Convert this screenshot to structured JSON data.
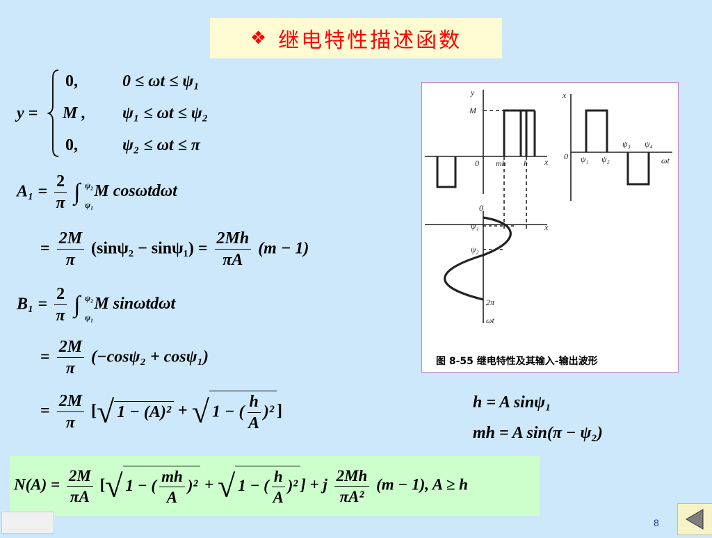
{
  "title": "继电特性描述函数",
  "title_bullet": "❖",
  "page_number": "8",
  "piecewise": {
    "lhs": "y =",
    "rows": [
      {
        "val": "0,",
        "cond": "0 ≤ ωt ≤ ψ₁"
      },
      {
        "val": "M ,",
        "cond": "ψ₁ ≤ ωt ≤ ψ₂"
      },
      {
        "val": "0,",
        "cond": "ψ₂ ≤ ωt ≤ π"
      }
    ]
  },
  "eq_a1": {
    "lhs": "A₁ =",
    "num": "2",
    "den": "π",
    "lim_up": "ψ₂",
    "lim_lo": "ψ₁",
    "body": "M cosωtdωt"
  },
  "eq_a1b": {
    "eq": "=",
    "num": "2M",
    "den": "π",
    "body": "(sinψ₂ − sinψ₁) =",
    "num2": "2Mh",
    "den2": "πA",
    "tail": "(m − 1)"
  },
  "eq_b1": {
    "lhs": "B₁ =",
    "num": "2",
    "den": "π",
    "lim_up": "ψ₂",
    "lim_lo": "ψ₁",
    "body": "M sinωtdωt"
  },
  "eq_b1b": {
    "eq": "=",
    "num": "2M",
    "den": "π",
    "body": "(−cosψ₂ + cosψ₁)"
  },
  "eq_b1c": {
    "eq": "=",
    "num": "2M",
    "den": "π",
    "open": "[",
    "r1": "1 − (A)²",
    "plus": "+",
    "r2a": "1 − (",
    "hnum": "h",
    "hden": "A",
    "r2b": ")²",
    "close": "]"
  },
  "side_eqs": {
    "l1": "h = A sinψ₁",
    "l2": "mh = A sin(π − ψ₂)"
  },
  "n_eq": {
    "lhs": "N(A) =",
    "num": "2M",
    "den": "πA",
    "open": "[",
    "r1a": "1 − (",
    "mhnum": "mh",
    "mhden": "A",
    "r1b": ")²",
    "plus": "+",
    "r2a": "1 − (",
    "hnum": "h",
    "hden": "A",
    "r2b": ")²",
    "close": "] + j",
    "num2": "2Mh",
    "den2": "πA²",
    "tail": "(m − 1),  A ≥ h"
  },
  "figure": {
    "caption": "图 8-55  继电特性及其输入-输出波形",
    "labels": {
      "y": "y",
      "x": "x",
      "M": "M",
      "zero": "0",
      "mh": "mh",
      "h": "h",
      "psi1": "ψ₁",
      "psi2": "ψ₂",
      "psi3": "ψ₃",
      "psi4": "ψ₄",
      "two_pi": "2π",
      "wt": "ωt"
    }
  }
}
